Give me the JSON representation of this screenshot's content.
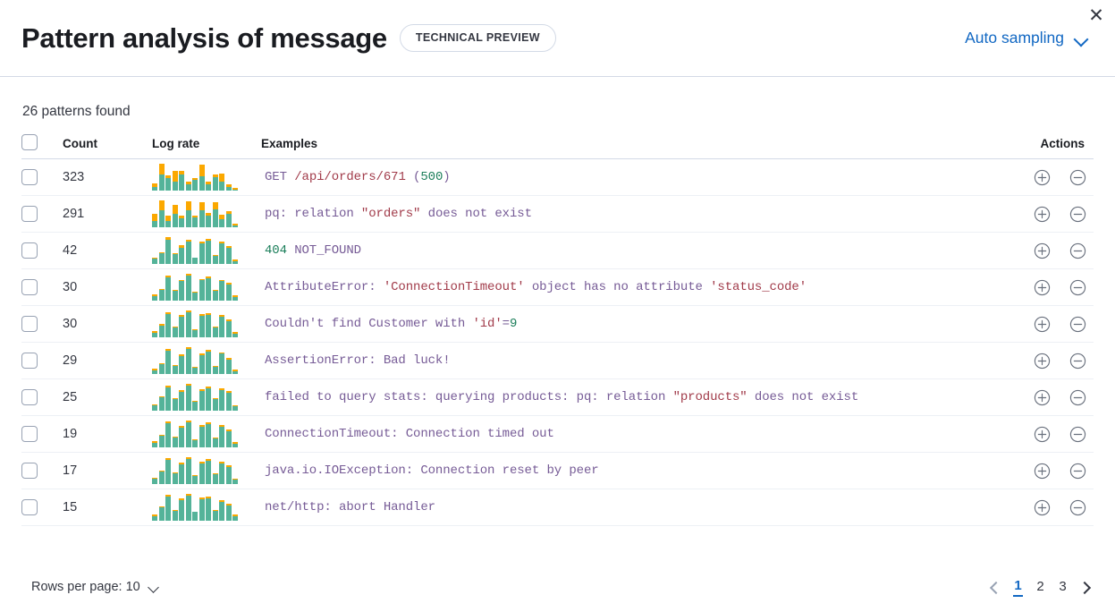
{
  "header": {
    "title": "Pattern analysis of message",
    "badge": "TECHNICAL PREVIEW",
    "sampling_label": "Auto sampling",
    "sampling_chevron_icon": "chevron-down-icon",
    "close_icon": "close-icon",
    "close_glyph": "✕"
  },
  "summary": {
    "patterns_found": "26 patterns found"
  },
  "table": {
    "columns": {
      "select_all": "",
      "count": "Count",
      "log_rate": "Log rate",
      "examples": "Examples",
      "actions": "Actions"
    },
    "row_action_icons": {
      "add": "circle-plus-icon",
      "remove": "circle-minus-icon"
    },
    "rows": [
      {
        "count": "323",
        "example_plain": "GET /api/orders/671 (500)",
        "tokens": [
          {
            "t": "GET ",
            "c": "base"
          },
          {
            "t": "/api/orders/671",
            "c": "str"
          },
          {
            "t": " (",
            "c": "base"
          },
          {
            "t": "500",
            "c": "num"
          },
          {
            "t": ")",
            "c": "base"
          }
        ],
        "log_rate": {
          "teal": [
            12,
            55,
            42,
            30,
            55,
            22,
            38,
            50,
            22,
            48,
            30,
            12,
            4
          ],
          "orange": [
            14,
            38,
            10,
            38,
            14,
            8,
            6,
            40,
            8,
            8,
            28,
            10,
            4
          ]
        }
      },
      {
        "count": "291",
        "example_plain": "pq: relation \"orders\" does not exist",
        "tokens": [
          {
            "t": "pq: relation ",
            "c": "base"
          },
          {
            "t": "\"orders\"",
            "c": "str"
          },
          {
            "t": " does not exist",
            "c": "base"
          }
        ],
        "log_rate": {
          "teal": [
            18,
            50,
            20,
            40,
            28,
            52,
            30,
            50,
            36,
            54,
            24,
            40,
            6
          ],
          "orange": [
            22,
            30,
            16,
            26,
            8,
            26,
            6,
            24,
            6,
            22,
            14,
            8,
            4
          ]
        }
      },
      {
        "count": "42",
        "example_plain": "404 NOT_FOUND",
        "tokens": [
          {
            "t": "404",
            "c": "num"
          },
          {
            "t": " NOT_FOUND",
            "c": "base"
          }
        ],
        "log_rate": {
          "teal": [
            14,
            30,
            66,
            26,
            44,
            60,
            16,
            56,
            62,
            22,
            56,
            44,
            8
          ],
          "orange": [
            4,
            2,
            6,
            2,
            6,
            6,
            2,
            5,
            6,
            2,
            5,
            5,
            5
          ]
        }
      },
      {
        "count": "30",
        "example_plain": "AttributeError: 'ConnectionTimeout' object has no attribute 'status_code'",
        "tokens": [
          {
            "t": "AttributeError: ",
            "c": "base"
          },
          {
            "t": "'ConnectionTimeout'",
            "c": "str"
          },
          {
            "t": " object has no attribute ",
            "c": "base"
          },
          {
            "t": "'status_code'",
            "c": "str"
          }
        ],
        "log_rate": {
          "teal": [
            12,
            28,
            60,
            26,
            50,
            64,
            20,
            52,
            58,
            26,
            50,
            42,
            10
          ],
          "orange": [
            4,
            3,
            5,
            2,
            4,
            5,
            2,
            4,
            5,
            2,
            4,
            4,
            4
          ]
        }
      },
      {
        "count": "30",
        "example_plain": "Couldn't find Customer with 'id'=9",
        "tokens": [
          {
            "t": "Couldn't find Customer with ",
            "c": "base"
          },
          {
            "t": "'id'",
            "c": "str"
          },
          {
            "t": "=",
            "c": "base"
          },
          {
            "t": "9",
            "c": "num"
          }
        ],
        "log_rate": {
          "teal": [
            12,
            30,
            58,
            24,
            52,
            62,
            18,
            54,
            56,
            24,
            52,
            40,
            10
          ],
          "orange": [
            4,
            3,
            5,
            2,
            4,
            5,
            2,
            4,
            5,
            2,
            4,
            4,
            4
          ]
        }
      },
      {
        "count": "29",
        "example_plain": "AssertionError: Bad luck!",
        "tokens": [
          {
            "t": "AssertionError: Bad luck!",
            "c": "base"
          }
        ],
        "log_rate": {
          "teal": [
            10,
            26,
            62,
            22,
            48,
            66,
            16,
            50,
            60,
            20,
            54,
            38,
            8
          ],
          "orange": [
            4,
            3,
            5,
            2,
            4,
            5,
            2,
            4,
            5,
            2,
            4,
            4,
            4
          ]
        }
      },
      {
        "count": "25",
        "example_plain": "failed to query stats: querying products: pq: relation \"products\" does not exist",
        "tokens": [
          {
            "t": "failed to query stats: querying products: pq: relation ",
            "c": "base"
          },
          {
            "t": "\"products\"",
            "c": "str"
          },
          {
            "t": " does not exist",
            "c": "base"
          }
        ],
        "log_rate": {
          "teal": [
            12,
            32,
            56,
            28,
            46,
            60,
            22,
            48,
            54,
            28,
            50,
            44,
            10
          ],
          "orange": [
            4,
            3,
            5,
            2,
            4,
            5,
            2,
            4,
            5,
            2,
            4,
            4,
            4
          ]
        }
      },
      {
        "count": "19",
        "example_plain": "ConnectionTimeout: Connection timed out",
        "tokens": [
          {
            "t": "ConnectionTimeout: Connection timed out",
            "c": "base"
          }
        ],
        "log_rate": {
          "teal": [
            12,
            28,
            60,
            24,
            50,
            62,
            18,
            52,
            58,
            22,
            52,
            40,
            10
          ],
          "orange": [
            4,
            3,
            5,
            2,
            4,
            5,
            2,
            4,
            5,
            2,
            4,
            4,
            4
          ]
        }
      },
      {
        "count": "17",
        "example_plain": "java.io.IOException: Connection reset by peer",
        "tokens": [
          {
            "t": "java.io.IOException: Connection reset by peer",
            "c": "base"
          }
        ],
        "log_rate": {
          "teal": [
            12,
            30,
            58,
            26,
            48,
            60,
            20,
            50,
            56,
            24,
            50,
            42,
            10
          ],
          "orange": [
            4,
            3,
            5,
            2,
            4,
            5,
            2,
            4,
            5,
            2,
            4,
            4,
            4
          ]
        }
      },
      {
        "count": "15",
        "example_plain": "net/http: abort Handler",
        "tokens": [
          {
            "t": "net/http: abort Handler",
            "c": "base"
          }
        ],
        "log_rate": {
          "teal": [
            12,
            34,
            62,
            26,
            54,
            64,
            22,
            56,
            58,
            26,
            48,
            40,
            12
          ],
          "orange": [
            4,
            3,
            5,
            2,
            4,
            5,
            2,
            4,
            5,
            2,
            4,
            4,
            4
          ]
        }
      }
    ]
  },
  "footer": {
    "rows_per_page": "Rows per page: 10",
    "rows_per_page_chevron_icon": "chevron-down-icon",
    "prev_icon": "chevron-left-icon",
    "next_icon": "chevron-right-icon",
    "pages": [
      "1",
      "2",
      "3"
    ],
    "active_page": "1"
  },
  "colors": {
    "accent_blue": "#1268c3",
    "spark_teal": "#54B399",
    "spark_orange": "#FBA800",
    "token_base": "#765B96",
    "token_string": "#A13B4A",
    "token_number": "#1B7E5A",
    "border": "#D3DAE6"
  }
}
